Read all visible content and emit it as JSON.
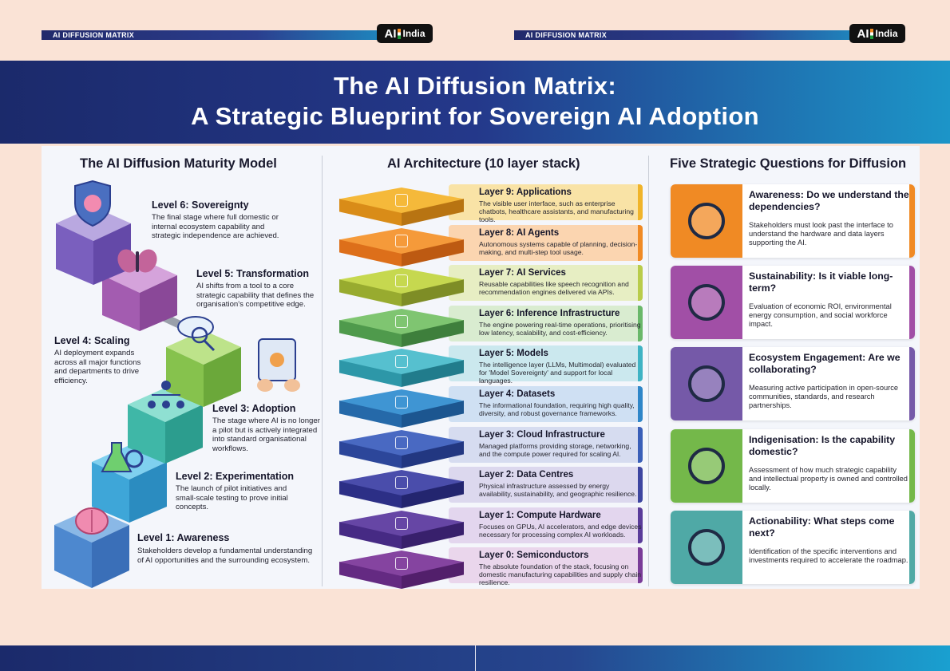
{
  "header": {
    "left_label": "AI DIFFUSION MATRIX",
    "right_label": "AI DIFFUSION MATRIX",
    "logo_ai": "AI",
    "logo_india": "India"
  },
  "title": {
    "line1": "The AI Diffusion Matrix:",
    "line2": "A Strategic Blueprint for Sovereign AI Adoption"
  },
  "maturity": {
    "heading": "The AI Diffusion Maturity Model",
    "levels": [
      {
        "title": "Level 6: Sovereignty",
        "desc": "The final stage where full domestic or internal ecosystem capability and strategic independence are achieved."
      },
      {
        "title": "Level 5: Transformation",
        "desc": "AI shifts from a tool to a core strategic capability that defines the organisation's competitive edge."
      },
      {
        "title": "Level 4: Scaling",
        "desc": "AI deployment expands across all major functions and departments to drive efficiency."
      },
      {
        "title": "Level 3: Adoption",
        "desc": "The stage where AI is no longer a pilot but is actively integrated into standard organisational workflows."
      },
      {
        "title": "Level 2: Experimentation",
        "desc": "The launch of pilot initiatives and small-scale testing to prove initial concepts."
      },
      {
        "title": "Level 1: Awareness",
        "desc": "Stakeholders develop a fundamental understanding of AI opportunities and the surrounding ecosystem."
      }
    ]
  },
  "architecture": {
    "heading": "AI Architecture (10 layer stack)",
    "layers": [
      {
        "title": "Layer 9: Applications",
        "desc": "The visible user interface, such as enterprise chatbots, healthcare assistants, and manufacturing tools."
      },
      {
        "title": "Layer 8: AI Agents",
        "desc": "Autonomous systems capable of planning, decision-making, and multi-step tool usage."
      },
      {
        "title": "Layer 7: AI Services",
        "desc": "Reusable capabilities like speech recognition and recommendation engines delivered via APIs."
      },
      {
        "title": "Layer 6: Inference Infrastructure",
        "desc": "The engine powering real-time operations, prioritising low latency, scalability, and cost-efficiency."
      },
      {
        "title": "Layer 5: Models",
        "desc": "The intelligence layer (LLMs, Multimodal) evaluated for 'Model Sovereignty' and support for local languages."
      },
      {
        "title": "Layer 4: Datasets",
        "desc": "The informational foundation, requiring high quality, diversity, and robust governance frameworks."
      },
      {
        "title": "Layer 3: Cloud Infrastructure",
        "desc": "Managed platforms providing storage, networking, and the compute power required for scaling AI."
      },
      {
        "title": "Layer 2: Data Centres",
        "desc": "Physical infrastructure assessed by energy availability, sustainability, and geographic resilience."
      },
      {
        "title": "Layer 1: Compute Hardware",
        "desc": "Focuses on GPUs, AI accelerators, and edge devices necessary for processing complex AI workloads."
      },
      {
        "title": "Layer 0: Semiconductors",
        "desc": "The absolute foundation of the stack, focusing on domestic manufacturing capabilities and supply chain resilience."
      }
    ]
  },
  "questions": {
    "heading": "Five Strategic Questions for Diffusion",
    "items": [
      {
        "title": "Awareness: Do we understand the dependencies?",
        "desc": "Stakeholders must look past the interface to understand the hardware and data layers supporting the AI.",
        "color": "#f08a24",
        "icon": "eye-icon"
      },
      {
        "title": "Sustainability: Is it viable long-term?",
        "desc": "Evaluation of economic ROI, environmental energy consumption, and social workforce impact.",
        "color": "#a14fa6",
        "icon": "scales-icon"
      },
      {
        "title": "Ecosystem Engagement: Are we collaborating?",
        "desc": "Measuring active participation in open-source communities, standards, and research partnerships.",
        "color": "#7559a8",
        "icon": "handshake-icon"
      },
      {
        "title": "Indigenisation: Is the capability domestic?",
        "desc": "Assessment of how much strategic capability and intellectual property is owned and controlled locally.",
        "color": "#74b84a",
        "icon": "house-lock-icon"
      },
      {
        "title": "Actionability: What steps come next?",
        "desc": "Identification of the specific interventions and investments required to accelerate the roadmap.",
        "color": "#4fa9a6",
        "icon": "roadmap-flag-icon"
      }
    ]
  }
}
